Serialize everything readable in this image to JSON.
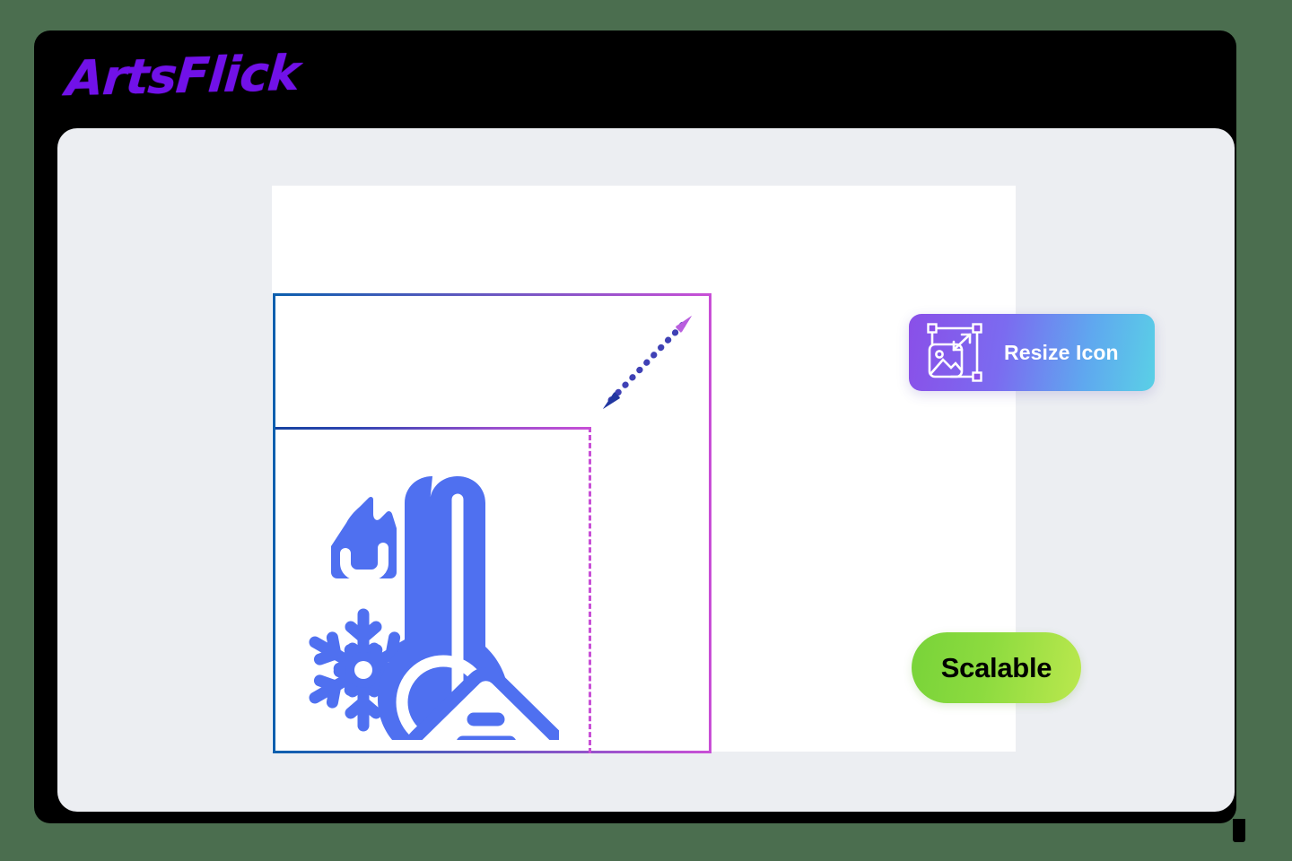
{
  "brand": {
    "name": "ArtsFlick",
    "color": "#7111e8"
  },
  "frame": {
    "background_color": "#4b6e4f",
    "bezel_color": "#000000",
    "panel_color": "#eceef2",
    "artboard_color": "#ffffff"
  },
  "selection": {
    "border_gradient_from": "#0b5fae",
    "border_gradient_to": "#c94fd6",
    "guide_color_start": "#16429f",
    "guide_color_end": "#c84fd6",
    "arrow_head_start_color": "#2136a0",
    "arrow_head_end_color": "#b95ede",
    "arrow_dot_color": "#3f41b5"
  },
  "artwork": {
    "icon_name": "thermostat-temperature-icon",
    "icon_color": "#4f70f0",
    "elements": [
      "flame-icon",
      "snowflake-icon",
      "thermometer-icon",
      "house-icon"
    ]
  },
  "badges": {
    "resize": {
      "label": "Resize Icon",
      "icon_name": "resize-image-icon",
      "gradient_from": "#8a4fe8",
      "gradient_to": "#5ad0e6",
      "text_color": "#ffffff"
    },
    "scalable": {
      "label": "Scalable",
      "gradient_from": "#78d339",
      "gradient_to": "#bbe84e",
      "text_color": "#000000"
    }
  }
}
